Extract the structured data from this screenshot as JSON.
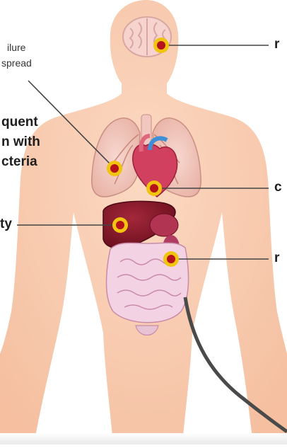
{
  "labels": {
    "top_left_small": [
      "ilure",
      "spread"
    ],
    "left_bold": [
      "quent",
      "n with",
      "cteria"
    ],
    "left_liver": "ty",
    "right_brain": "r",
    "right_heart": "c",
    "right_kidney": "r"
  },
  "colors": {
    "body_skin": "#f9cdb0",
    "marker_ring": "#f1c40f",
    "marker_core": "#b5121b",
    "leader_line": "#444444",
    "catheter": "#4a4a4a"
  },
  "markers": [
    "brain-infection-marker",
    "lung-infection-marker",
    "heart-infection-marker",
    "liver-infection-marker",
    "kidney-infection-marker"
  ]
}
